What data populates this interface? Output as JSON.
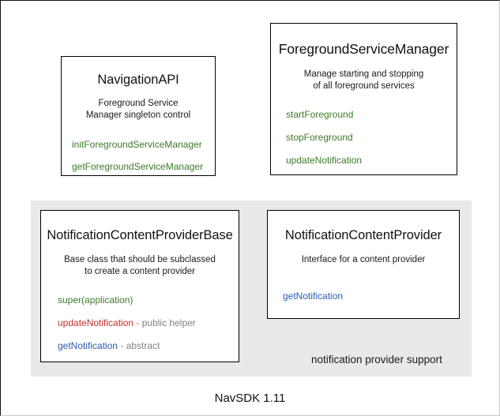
{
  "diagram": {
    "footer_caption": "NavSDK 1.11",
    "group_panel": {
      "label": "notification provider support"
    },
    "boxes": [
      {
        "id": "navigation-api",
        "title": "NavigationAPI",
        "subtitle_lines": [
          "Foreground Service",
          "Manager singleton control"
        ],
        "members": [
          {
            "name": "initForegroundServiceManager",
            "note": "",
            "color": "green"
          },
          {
            "name": "getForegroundServiceManager",
            "note": "",
            "color": "green"
          }
        ]
      },
      {
        "id": "foreground-service-manager",
        "title": "ForegroundServiceManager",
        "subtitle_lines": [
          "Manage starting and stopping",
          "of all foreground services"
        ],
        "members": [
          {
            "name": "startForeground",
            "note": "",
            "color": "green"
          },
          {
            "name": "stopForeground",
            "note": "",
            "color": "green"
          },
          {
            "name": "updateNotification",
            "note": "",
            "color": "green"
          }
        ]
      },
      {
        "id": "notification-content-provider-base",
        "title": "NotificationContentProviderBase",
        "subtitle_lines": [
          "Base class that should be subclassed",
          "to create a content provider"
        ],
        "members": [
          {
            "name": "super(application)",
            "note": "",
            "color": "green"
          },
          {
            "name": "updateNotification",
            "note": " - public helper",
            "color": "red"
          },
          {
            "name": "getNotification",
            "note": " - abstract",
            "color": "blue"
          }
        ]
      },
      {
        "id": "notification-content-provider",
        "title": "NotificationContentProvider",
        "subtitle_lines": [
          "Interface for a content provider"
        ],
        "members": [
          {
            "name": "getNotification",
            "note": "",
            "color": "blue"
          }
        ]
      }
    ],
    "colors": {
      "green": "#3d7a28",
      "red": "#c4302b",
      "blue": "#2a5db0",
      "note_gray": "#808080",
      "panel_gray": "#e9e9e9",
      "box_border": "#000000",
      "text": "#111111"
    }
  }
}
